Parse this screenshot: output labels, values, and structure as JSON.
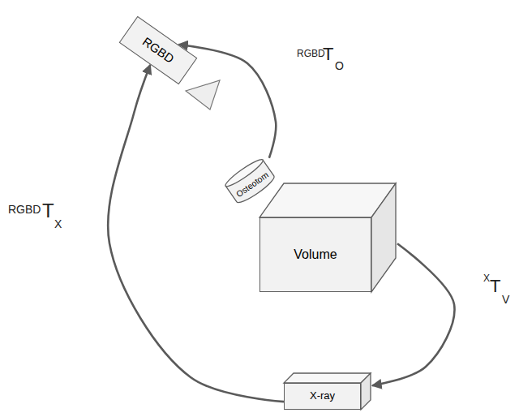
{
  "diagram": {
    "nodes": [
      {
        "text": [
          "RGBD"
        ]
      },
      {
        "text": [
          "Osteotom"
        ]
      },
      {
        "text": [
          "Volume"
        ]
      },
      {
        "text": [
          "X-ray"
        ]
      }
    ],
    "edges": [
      {
        "from": 1,
        "to": 0,
        "arrow": "to"
      },
      {
        "from": 3,
        "to": 0,
        "arrow": "to"
      },
      {
        "from": 2,
        "to": 3,
        "arrow": "to"
      }
    ],
    "labels": [
      "RGBD",
      "T",
      "O",
      "RGBD",
      "T",
      "X",
      "X",
      "T",
      "V"
    ]
  }
}
